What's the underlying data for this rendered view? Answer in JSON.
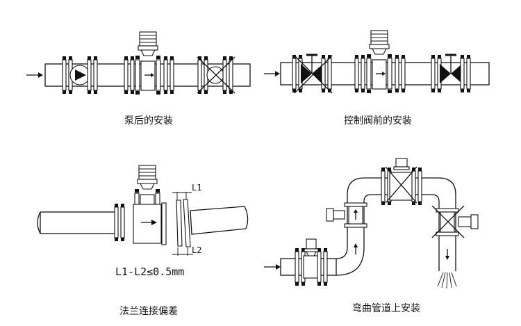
{
  "captions": {
    "pump": "泵后的安装",
    "valve": "控制阀前的安装",
    "flange": "法兰连接偏差",
    "bend": "弯曲管道上安装"
  },
  "labels": {
    "l1": "L1",
    "l2": "L2",
    "formula": "L1-L2≤0.5mm"
  },
  "colors": {
    "line": "#111111",
    "background": "#ffffff"
  }
}
